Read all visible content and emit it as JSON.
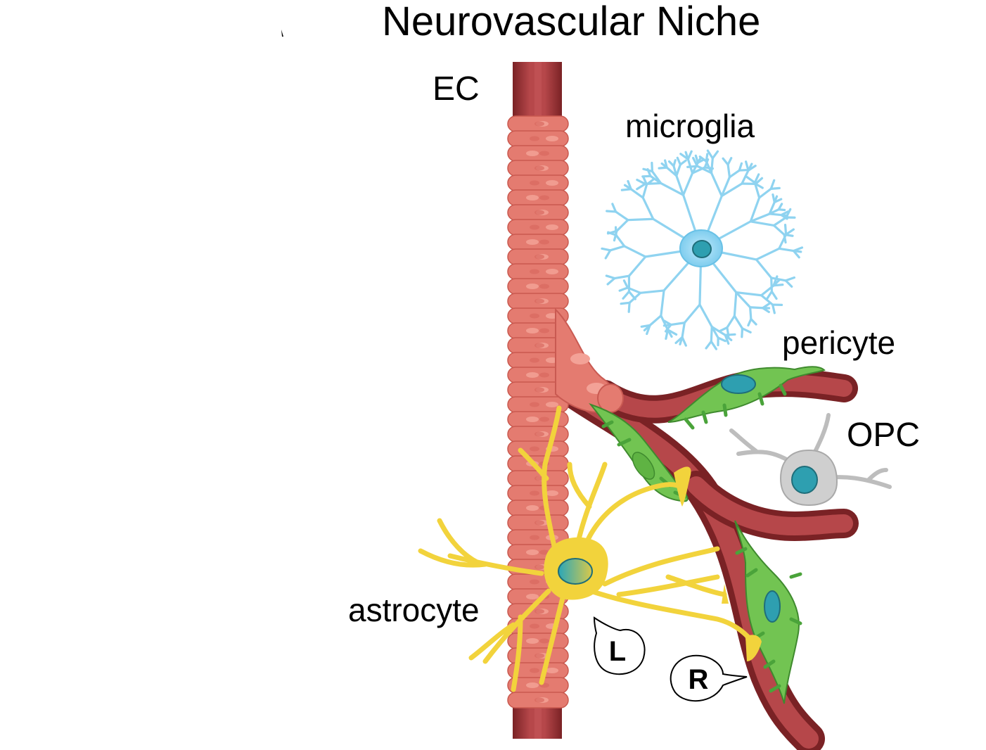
{
  "diagram": {
    "title": "Neurovascular Niche",
    "labels": {
      "ec": "EC",
      "microglia": "microglia",
      "pericyte": "pericyte",
      "opc": "OPC",
      "astrocyte": "astrocyte"
    },
    "bubbles": {
      "ligand": "L",
      "receptor": "R"
    }
  },
  "colors": {
    "vessel_dark": "#8e2b2e",
    "vessel_mid": "#b6474a",
    "endothelial": "#e47b70",
    "endothelial_light": "#f2a093",
    "microglia": "#8fd3f0",
    "pericyte": "#6cbf4f",
    "opc": "#cfcfcf",
    "astrocyte": "#f2d33c",
    "nucleus": "#2e9fb0"
  }
}
